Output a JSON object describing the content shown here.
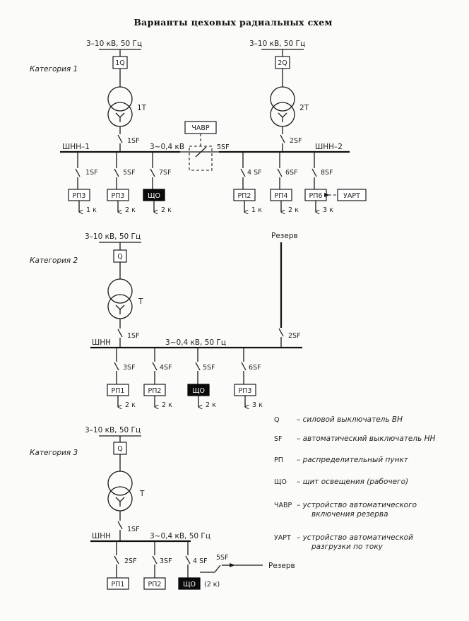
{
  "title": "Варианты цеховых радиальных схем",
  "cat1": {
    "label": "Категория 1",
    "src1": "3–10 кВ, 50 Гц",
    "src2": "3–10 кВ, 50 Гц",
    "q1": "1Q",
    "q2": "2Q",
    "t1": "1T",
    "t2": "2T",
    "avr": "ЧАВР",
    "bus1": "ШНН–1",
    "bus2": "ШНН–2",
    "voltage": "3~0,4 кВ",
    "sf_main1": "1SF",
    "sf_main2": "2SF",
    "sf_tie": "5SF",
    "feeders": [
      {
        "sf": "1SF",
        "load": "РП3",
        "cat": "1 к"
      },
      {
        "sf": "5SF",
        "load": "РП3",
        "cat": "2 к"
      },
      {
        "sf": "7SF",
        "load": "ЩО",
        "cat": "2 к"
      },
      {
        "sf": "4 SF",
        "load": "РП2",
        "cat": "1 к"
      },
      {
        "sf": "6SF",
        "load": "РП4",
        "cat": "2 к"
      },
      {
        "sf": "8SF",
        "load": "РП6",
        "cat": "3 к"
      }
    ],
    "uart": "УАРТ"
  },
  "cat2": {
    "label": "Категория 2",
    "src": "3–10 кВ, 50 Гц",
    "q": "Q",
    "t": "T",
    "reserve": "Резерв",
    "bus": "ШНН",
    "voltage": "3~0,4 кВ, 50 Гц",
    "sf_main": "1SF",
    "sf_reserve": "2SF",
    "feeders": [
      {
        "sf": "3SF",
        "load": "РП1",
        "cat": "2 к"
      },
      {
        "sf": "4SF",
        "load": "РП2",
        "cat": "2 к"
      },
      {
        "sf": "5SF",
        "load": "ЩО",
        "cat": "2 к"
      },
      {
        "sf": "6SF",
        "load": "РП3",
        "cat": "3 к"
      }
    ]
  },
  "cat3": {
    "label": "Категория 3",
    "src": "3–10 кВ, 50 Гц",
    "q": "Q",
    "t": "T",
    "bus": "ШНН",
    "voltage": "3~0,4 кВ, 50 Гц",
    "sf_main": "1SF",
    "feeders": [
      {
        "sf": "2SF",
        "load": "РП1"
      },
      {
        "sf": "3SF",
        "load": "РП2"
      },
      {
        "sf": "4 SF",
        "load": "ЩО",
        "cat": "(2 к)"
      }
    ],
    "sf_reserve": "5SF",
    "reserve": "Резерв"
  },
  "legend": [
    {
      "sym": "Q",
      "text": [
        "– силовой выключатель ВН"
      ]
    },
    {
      "sym": "SF",
      "text": [
        "– автоматический выключатель НН"
      ]
    },
    {
      "sym": "РП",
      "text": [
        "– распределительный пункт"
      ]
    },
    {
      "sym": "ЩО",
      "text": [
        "– щит освещения (рабочего)"
      ]
    },
    {
      "sym": "ЧАВР",
      "text": [
        "– устройство автоматического",
        "включения резерва"
      ]
    },
    {
      "sym": "УАРТ",
      "text": [
        "– устройство автоматической",
        "разгрузки по току"
      ]
    }
  ]
}
